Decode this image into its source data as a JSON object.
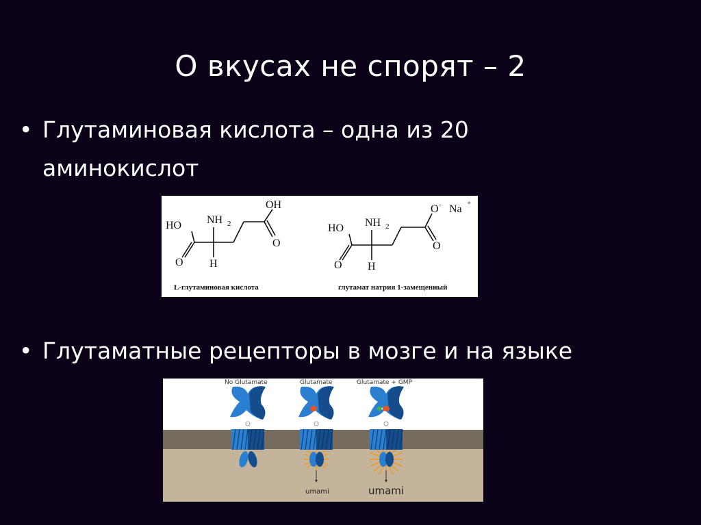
{
  "slide": {
    "title": "О вкусах не спорят – 2",
    "bullets": [
      {
        "marker": "•",
        "text_line1": "Глутаминовая кислота – одна из 20",
        "text_line2": "аминокислот"
      },
      {
        "marker": "•",
        "text": "Глутаматные рецепторы в мозге и на языке"
      }
    ],
    "chem_figure": {
      "left_structure": {
        "labels": {
          "oh_top": "OH",
          "ho": "HO",
          "nh2": "NH",
          "sub2": "2",
          "o_right": "O",
          "o_left": "O",
          "h": "H"
        },
        "caption": "L-глутаминовая кислота"
      },
      "right_structure": {
        "labels": {
          "o_minus": "O",
          "minus": "-",
          "na": "Na",
          "plus": "+",
          "ho": "HO",
          "nh2": "NH",
          "sub2": "2",
          "o_right": "O",
          "o_left": "O",
          "h": "H"
        },
        "caption": "глутамат натрия 1-замещенный"
      }
    },
    "receptor_figure": {
      "panels": [
        {
          "label": "No Glutamate",
          "output": ""
        },
        {
          "label": "Glutamate",
          "output": "umami"
        },
        {
          "label": "Glutamate + GMP",
          "output": "umami"
        }
      ],
      "colors": {
        "receptor_light": "#2a7fd0",
        "receptor_dark": "#154c8c",
        "glutamate": "#e8542a",
        "gmp": "#3cb44a",
        "membrane": "#756b5e",
        "cytoplasm": "#c3b49b",
        "burst": "#f39a1e"
      }
    }
  }
}
